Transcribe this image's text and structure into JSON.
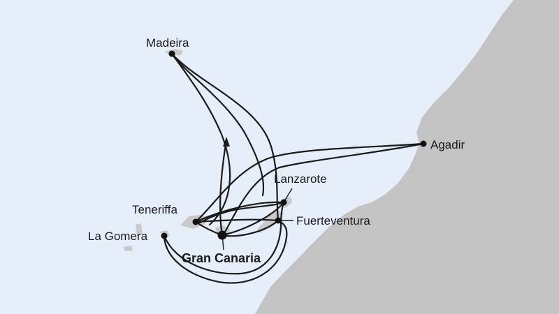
{
  "map": {
    "colors": {
      "sea": "#e6eef9",
      "land": "#c3c3c3",
      "route": "#1a1a1a",
      "port": "#111111"
    },
    "home_port": "Gran Canaria",
    "ports": [
      {
        "id": "madeira",
        "name": "Madeira"
      },
      {
        "id": "agadir",
        "name": "Agadir"
      },
      {
        "id": "lanzarote",
        "name": "Lanzarote"
      },
      {
        "id": "teneriffa",
        "name": "Teneriffa"
      },
      {
        "id": "fuerteventura",
        "name": "Fuerteventura"
      },
      {
        "id": "la-gomera",
        "name": "La Gomera"
      },
      {
        "id": "gran-canaria",
        "name": "Gran Canaria"
      }
    ]
  }
}
